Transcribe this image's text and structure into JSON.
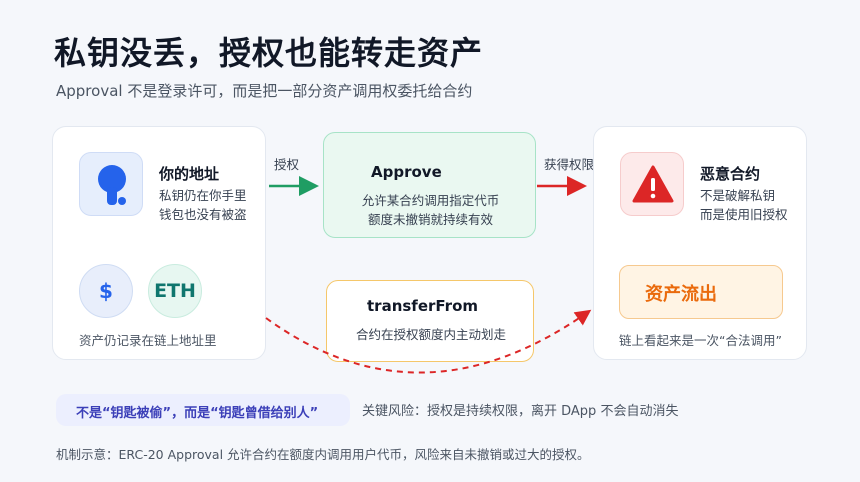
{
  "title": "私钥没丢，授权也能转走资产",
  "subtitle": "Approval 不是登录许可，而是把一部分资产调用权委托给合约",
  "left_card": {
    "title": "你的地址",
    "line1": "私钥仍在你手里",
    "line2": "钱包也没有被盗",
    "token1": "$",
    "token2": "ETH",
    "footer": "资产仍记录在链上地址里"
  },
  "approve": {
    "label": "授权",
    "title": "Approve",
    "line1": "允许某合约调用指定代币",
    "line2": "额度未撤销就持续有效"
  },
  "gain_label": "获得权限",
  "transfer": {
    "title": "transferFrom",
    "line1": "合约在授权额度内主动划走"
  },
  "right_card": {
    "title": "恶意合约",
    "line1": "不是破解私钥",
    "line2": "而是使用旧授权",
    "outflow": "资产流出",
    "footer": "链上看起来是一次“合法调用”"
  },
  "pill": "不是“钥匙被偷”，而是“钥匙曾借给别人”",
  "risk": "关键风险：授权是持续权限，离开 DApp 不会自动消失",
  "mechanism": "机制示意：ERC-20 Approval 允许合约在额度内调用用户代币，风险来自未撤销或过大的授权。",
  "colors": {
    "green_arrow": "#1f9d63",
    "red_arrow": "#dc2626",
    "wallet_blue": "#2563eb",
    "warn_red": "#dc2626",
    "outflow_orange": "#ea6a0c"
  },
  "icons": [
    "wallet-pin-icon",
    "warning-icon",
    "dollar-icon",
    "eth-icon"
  ]
}
